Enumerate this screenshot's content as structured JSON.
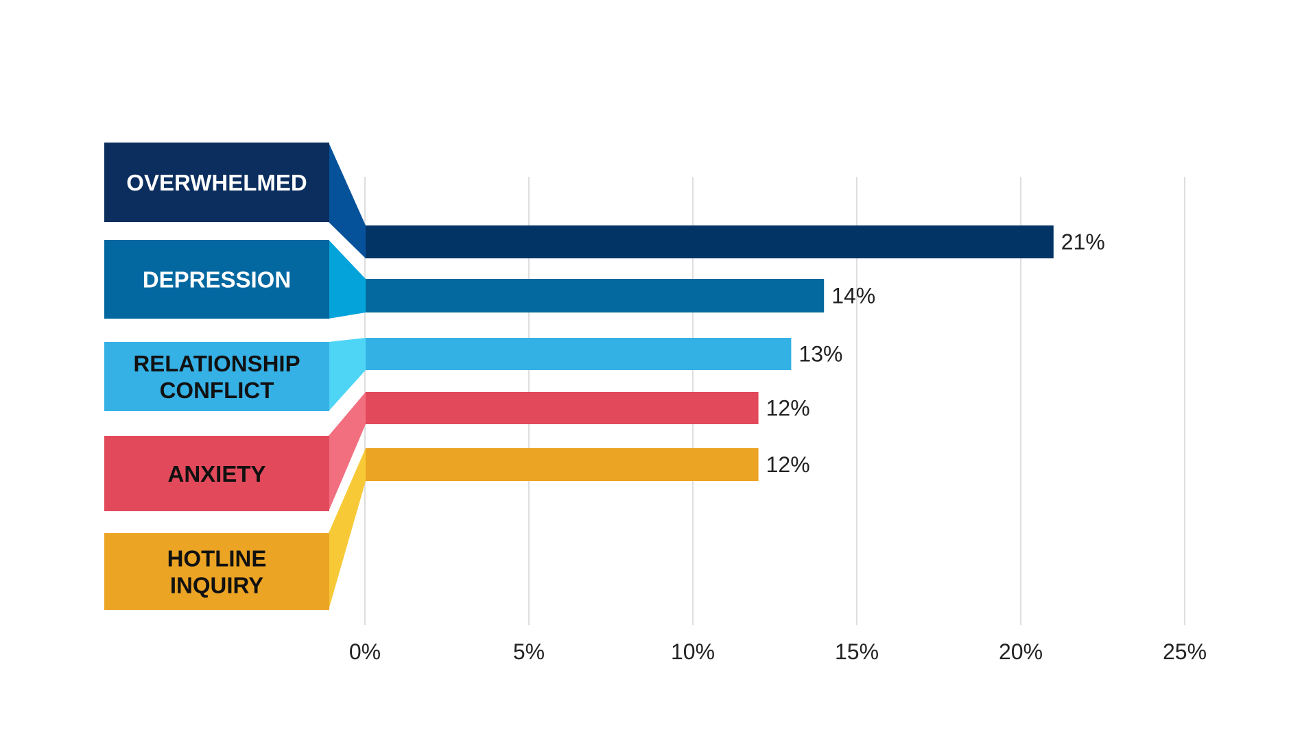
{
  "chart_data": {
    "type": "bar",
    "orientation": "horizontal",
    "categories": [
      "OVERWHELMED",
      "DEPRESSION",
      "RELATIONSHIP CONFLICT",
      "ANXIETY",
      "HOTLINE INQUIRY"
    ],
    "category_label_lines": [
      [
        "OVERWHELMED"
      ],
      [
        "DEPRESSION"
      ],
      [
        "RELATIONSHIP",
        "CONFLICT"
      ],
      [
        "ANXIETY"
      ],
      [
        "HOTLINE",
        "INQUIRY"
      ]
    ],
    "values": [
      21,
      14,
      13,
      12,
      12
    ],
    "value_labels": [
      "21%",
      "14%",
      "13%",
      "12%",
      "12%"
    ],
    "xlim": [
      0,
      25
    ],
    "x_ticks": [
      0,
      5,
      10,
      15,
      20,
      25
    ],
    "x_tick_labels": [
      "0%",
      "5%",
      "10%",
      "15%",
      "20%",
      "25%"
    ],
    "grid": true,
    "legend": "none",
    "title": "",
    "xlabel": "",
    "ylabel": "",
    "colors": {
      "label_boxes": [
        "#0b2e5e",
        "#0468a0",
        "#36b1e6",
        "#e24a5b",
        "#eba424"
      ],
      "connectors": [
        "#05529a",
        "#04a3da",
        "#4ed4f5",
        "#f26f80",
        "#f7c936"
      ],
      "bars": [
        "#033466",
        "#04699e",
        "#33b1e5",
        "#e2495b",
        "#eba424"
      ],
      "label_text": [
        "#ffffff",
        "#ffffff",
        "#111111",
        "#111111",
        "#111111"
      ],
      "grid": "#d3d3d3",
      "tick_text": "#222222"
    }
  }
}
